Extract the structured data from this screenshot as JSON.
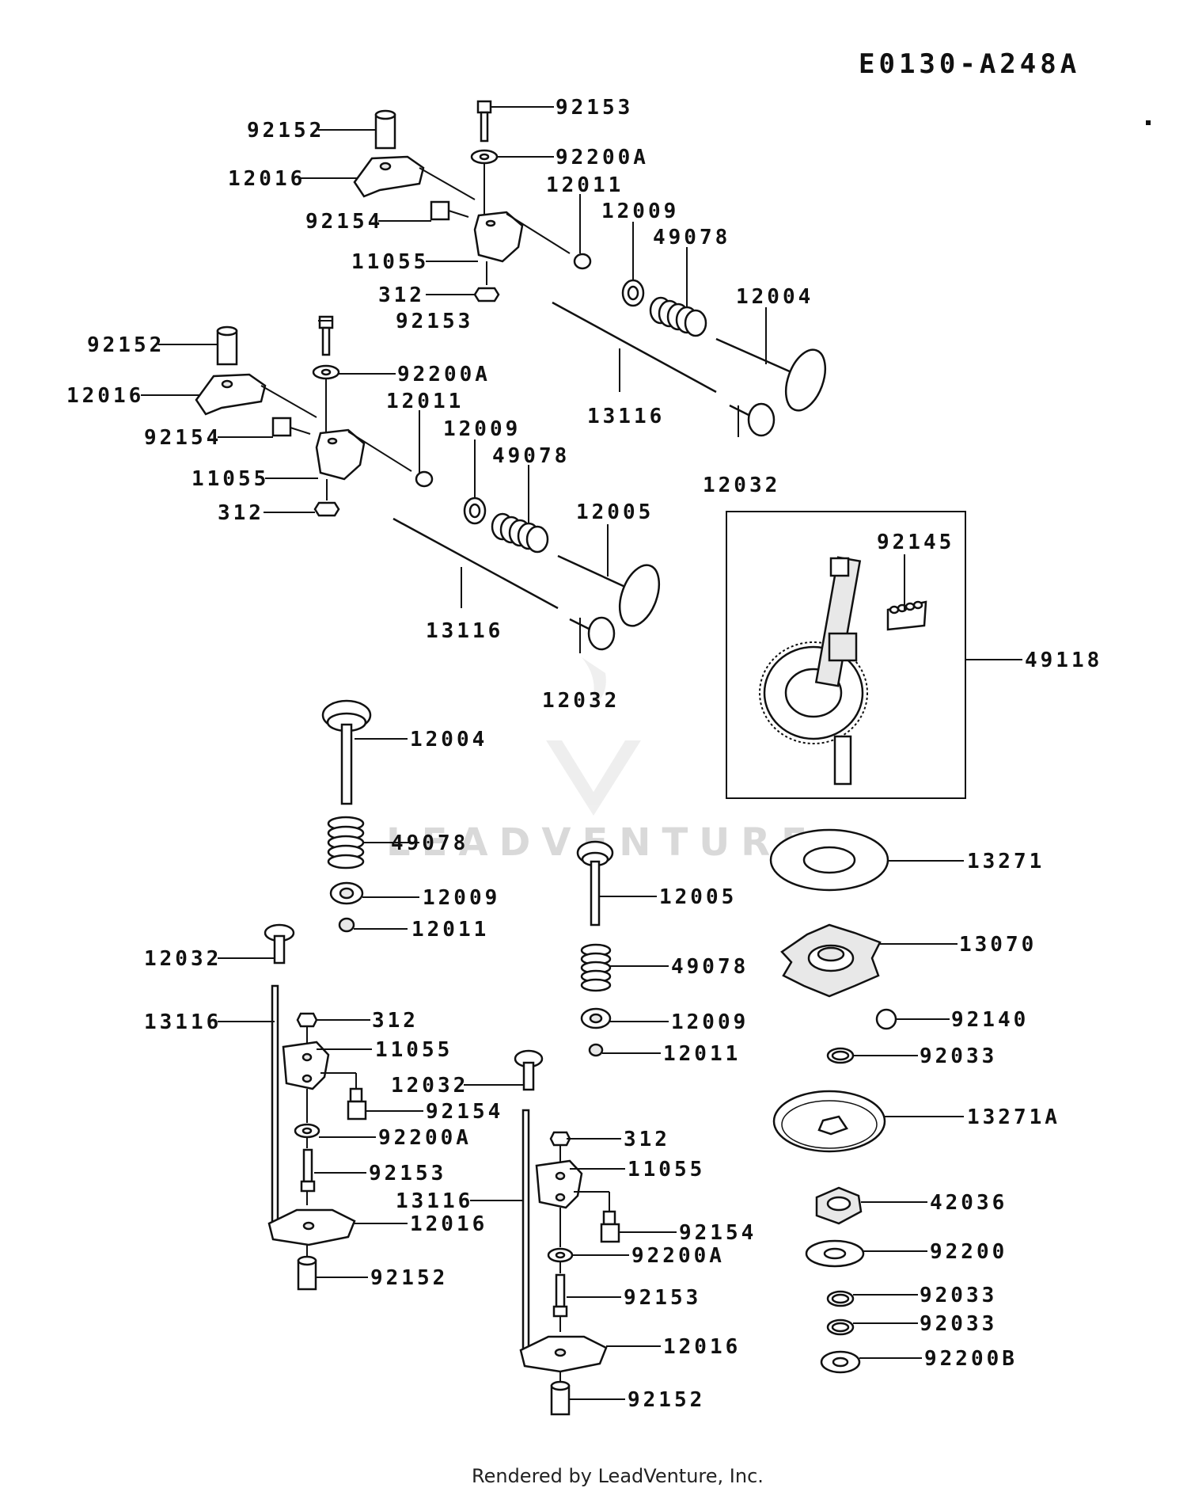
{
  "diagram_code": "E0130-A248A",
  "footer": "Rendered by LeadVenture, Inc.",
  "watermark": "LEADVENTURE",
  "assembly_box_label": "49118",
  "parts": {
    "p01": "92153",
    "p02": "92152",
    "p03": "92200A",
    "p04": "12016",
    "p05": "12011",
    "p06": "12009",
    "p07": "92154",
    "p08": "49078",
    "p09": "11055",
    "p10": "312",
    "p11": "12004",
    "p12": "92153",
    "p13": "13116",
    "p14": "92152",
    "p15": "92200A",
    "p16": "12016",
    "p17": "12011",
    "p18": "12032",
    "p19": "12009",
    "p20": "92154",
    "p21": "49078",
    "p22": "11055",
    "p23": "12005",
    "p24": "312",
    "p25": "92145",
    "p26": "13116",
    "p27": "49118",
    "p28": "12032",
    "p29": "12004",
    "p30": "49078",
    "p31": "13271",
    "p32": "12009",
    "p33": "12005",
    "p34": "12011",
    "p35": "13070",
    "p36": "12032",
    "p37": "49078",
    "p38": "13116",
    "p39": "312",
    "p40": "12009",
    "p41": "92140",
    "p42": "11055",
    "p43": "12011",
    "p44": "92033",
    "p45": "12032",
    "p46": "92154",
    "p47": "13271A",
    "p48": "92200A",
    "p49": "312",
    "p50": "92153",
    "p51": "11055",
    "p52": "13116",
    "p53": "12016",
    "p54": "42036",
    "p55": "92154",
    "p56": "92200",
    "p57": "92200A",
    "p58": "92152",
    "p59": "92153",
    "p60": "92033",
    "p61": "92033",
    "p62": "12016",
    "p63": "92200B",
    "p64": "92152"
  }
}
